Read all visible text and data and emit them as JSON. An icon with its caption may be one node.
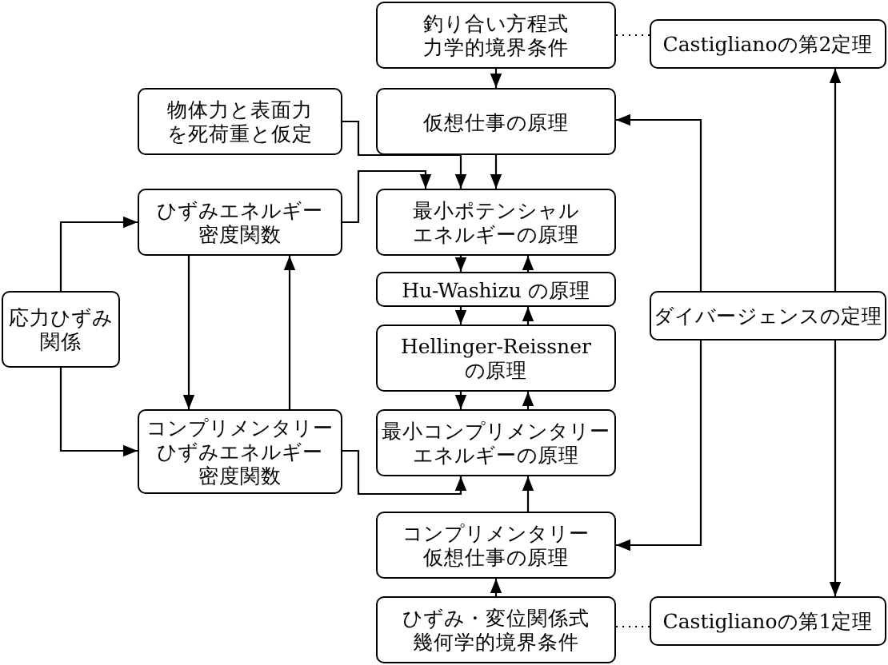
{
  "diagram": {
    "nodes": [
      {
        "text": [
          "釣り合い方程式力学的境界条件"
        ]
      },
      {
        "text": [
          "Castiglianoの第2定理"
        ]
      },
      {
        "text": [
          "物体力と表面力を死荷重と仮定"
        ]
      },
      {
        "text": [
          "仮想仕事の原理"
        ]
      },
      {
        "text": [
          "ひずみエネルギー密度関数"
        ]
      },
      {
        "text": [
          "最小ポテンシャルエネルギーの原理"
        ]
      },
      {
        "text": [
          "応力ひずみ関係"
        ]
      },
      {
        "text": [
          "Hu-Washizu の原理"
        ]
      },
      {
        "text": [
          "ダイバージェンスの定理"
        ]
      },
      {
        "text": [
          "Hellinger-Reissner の原理"
        ]
      },
      {
        "text": [
          "コンプリメンタリーひずみエネルギー密度関数"
        ]
      },
      {
        "text": [
          "最小コンプリメンタリーエネルギーの原理"
        ]
      },
      {
        "text": [
          "コンプリメンタリー仮想仕事の原理"
        ]
      },
      {
        "text": [
          "ひずみ・変位関係式幾何学的境界条件"
        ]
      },
      {
        "text": [
          "Castiglianoの第1定理"
        ]
      }
    ],
    "edges": [
      {
        "from": 0,
        "to": 3,
        "arrow": "to"
      },
      {
        "from": 0,
        "to": 1,
        "arrow": "none",
        "style": "dashed"
      },
      {
        "from": 2,
        "to": 5,
        "arrow": "to"
      },
      {
        "from": 3,
        "to": 5,
        "arrow": "to"
      },
      {
        "from": 4,
        "to": 5,
        "arrow": "to"
      },
      {
        "from": 5,
        "to": 7,
        "arrow": "to"
      },
      {
        "from": 7,
        "to": 5,
        "arrow": "to"
      },
      {
        "from": 7,
        "to": 9,
        "arrow": "to"
      },
      {
        "from": 9,
        "to": 7,
        "arrow": "to"
      },
      {
        "from": 9,
        "to": 11,
        "arrow": "to"
      },
      {
        "from": 11,
        "to": 9,
        "arrow": "to"
      },
      {
        "from": 10,
        "to": 11,
        "arrow": "to"
      },
      {
        "from": 12,
        "to": 11,
        "arrow": "to"
      },
      {
        "from": 13,
        "to": 12,
        "arrow": "to"
      },
      {
        "from": 13,
        "to": 14,
        "arrow": "none",
        "style": "dashed"
      },
      {
        "from": 8,
        "to": 3,
        "arrow": "to"
      },
      {
        "from": 8,
        "to": 1,
        "arrow": "to"
      },
      {
        "from": 8,
        "to": 12,
        "arrow": "to"
      },
      {
        "from": 8,
        "to": 14,
        "arrow": "to"
      },
      {
        "from": 6,
        "to": 4,
        "arrow": "to"
      },
      {
        "from": 6,
        "to": 10,
        "arrow": "to"
      },
      {
        "from": 4,
        "to": 10,
        "arrow": "to"
      },
      {
        "from": 10,
        "to": 4,
        "arrow": "to"
      }
    ]
  }
}
